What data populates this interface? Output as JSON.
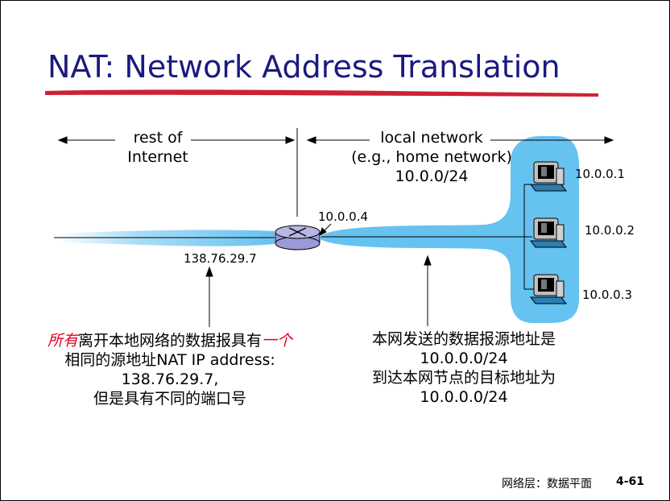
{
  "slide": {
    "title": "NAT: Network Address Translation",
    "rest_of_internet": [
      "rest of",
      "Internet"
    ],
    "local_network": [
      "local network",
      "(e.g., home network)",
      "10.0.0/24"
    ],
    "router_public_ip": "138.76.29.7",
    "router_local_ip": "10.0.0.4",
    "hosts": [
      {
        "ip": "10.0.0.1"
      },
      {
        "ip": "10.0.0.2"
      },
      {
        "ip": "10.0.0.3"
      }
    ],
    "left_note": {
      "line1_red_a": "所有",
      "line1_mid": "离开本地网络的数据报具有",
      "line1_red_b": "一个",
      "line2": "相同的源地址NAT IP address:",
      "line3": "138.76.29.7,",
      "line4": "但是具有不同的端口号"
    },
    "right_note": [
      "本网发送的数据报源地址是",
      "10.0.0.0/24",
      "到达本网节点的目标地址为",
      "10.0.0.0/24"
    ],
    "footer": {
      "chapter": "网络层：数据平面",
      "page": "4-61"
    },
    "colors": {
      "title": "#1a1a80",
      "underline": "#cc2233",
      "network_blue": "#66c2f0",
      "router": "#9a9ad6",
      "highlight_red": "#e0001b"
    }
  }
}
